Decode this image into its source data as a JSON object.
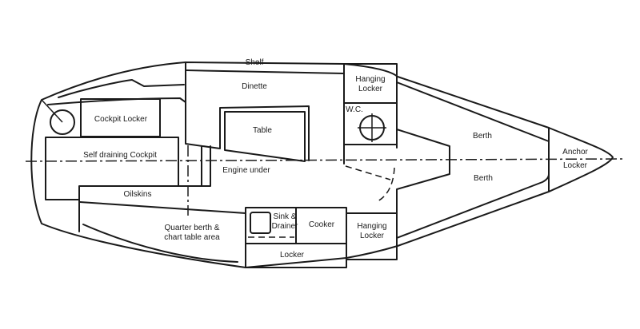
{
  "diagram": {
    "type": "boat accommodation layout plan",
    "labels": {
      "shelf": "Shelf",
      "dinette": "Dinette",
      "cockpit_locker": "Cockpit Locker",
      "table": "Table",
      "self_draining_cockpit": "Self draining Cockpit",
      "engine_under": "Engine under",
      "oilskins": "Oilskins",
      "quarter_berth_line1": "Quarter berth &",
      "quarter_berth_line2": "chart table area",
      "sink_line1": "Sink &",
      "sink_line2": "Drainer",
      "cooker": "Cooker",
      "locker": "Locker",
      "hanging_locker_upper_line1": "Hanging",
      "hanging_locker_upper_line2": "Locker",
      "hanging_locker_lower_line1": "Hanging",
      "hanging_locker_lower_line2": "Locker",
      "wc": "W.C.",
      "berth_port": "Berth",
      "berth_starboard": "Berth",
      "anchor_line1": "Anchor",
      "anchor_line2": "Locker"
    }
  }
}
